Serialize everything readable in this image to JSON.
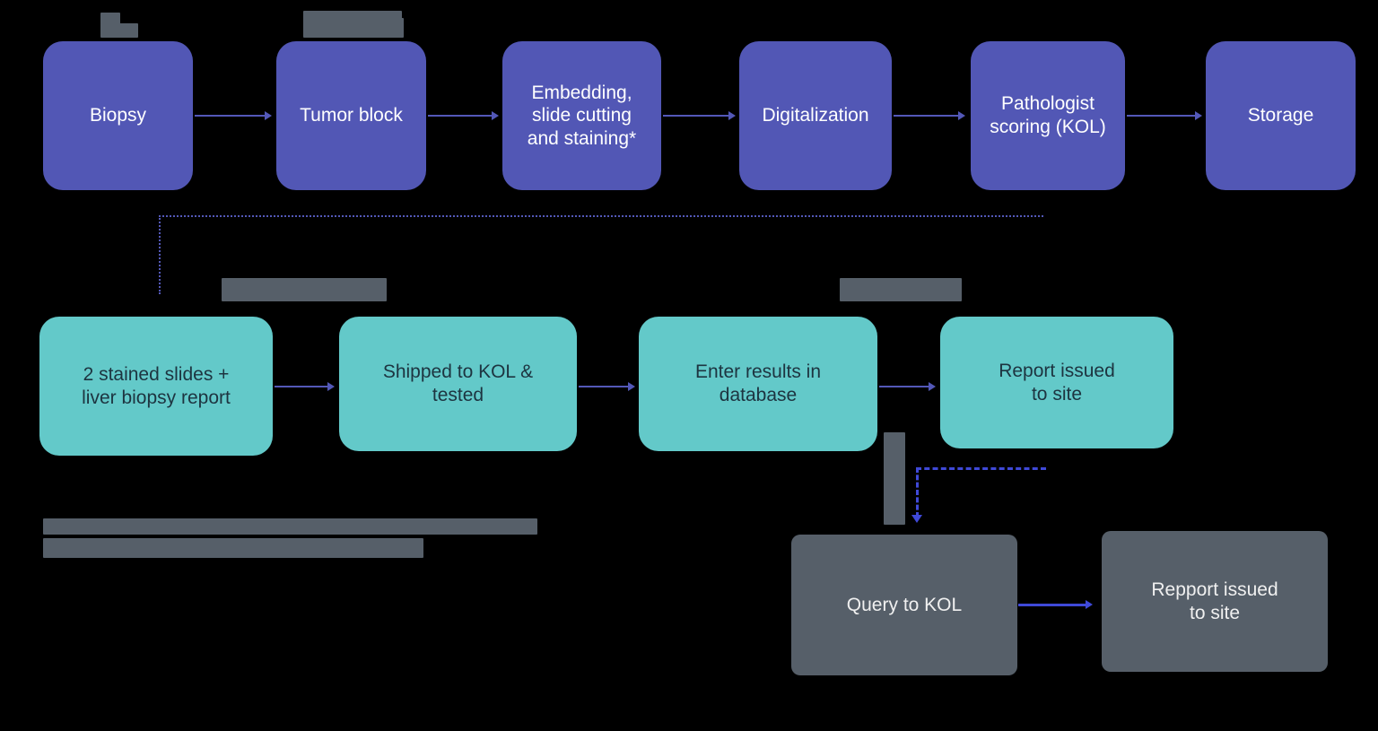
{
  "diagram": {
    "title_visible": false,
    "background_color": "#000000",
    "colors": {
      "process_purple": "#5257b5",
      "process_teal": "#63c9c9",
      "process_gray": "#565f69",
      "connector_blue": "#5358b8",
      "connector_bright_blue": "#3f49d8",
      "teal_text": "#1d3440",
      "light_text": "#ffffff"
    }
  },
  "row_top": {
    "swimlane_labels": [
      {
        "text": "",
        "obscured": true,
        "note": "dark redacted label above Biopsy"
      },
      {
        "text": "",
        "obscured": true,
        "note": "dark redacted label above Tumor block"
      }
    ],
    "nodes": [
      {
        "id": "biopsy",
        "label": "Biopsy",
        "style": "purple"
      },
      {
        "id": "tumor-block",
        "label": "Tumor block",
        "style": "purple"
      },
      {
        "id": "embedding",
        "label": "Embedding,\nslide cutting\nand staining*",
        "style": "purple"
      },
      {
        "id": "digitalization",
        "label": "Digitalization",
        "style": "purple"
      },
      {
        "id": "pathologist-scoring",
        "label": "Pathologist\nscoring (KOL)",
        "style": "purple"
      },
      {
        "id": "storage",
        "label": "Storage",
        "style": "purple"
      }
    ]
  },
  "row_middle": {
    "swimlane_labels": [
      {
        "text": "",
        "obscured": true,
        "note": "dark redacted label above 2 stained slides box"
      },
      {
        "text": "",
        "obscured": true,
        "note": "dark redacted label above Enter results box"
      }
    ],
    "nodes": [
      {
        "id": "stained-slides",
        "label": "2 stained slides +\nliver biopsy report",
        "style": "teal"
      },
      {
        "id": "shipped-tested",
        "label": "Shipped to KOL &\ntested",
        "style": "teal"
      },
      {
        "id": "enter-results",
        "label": "Enter results in\ndatabase",
        "style": "teal"
      },
      {
        "id": "report-issued",
        "label": "Report issued\nto site",
        "style": "teal"
      }
    ]
  },
  "row_bottom": {
    "nodes": [
      {
        "id": "query-to-kol",
        "label": "Query to KOL",
        "style": "gray"
      },
      {
        "id": "repport-issued",
        "label": "Repport issued\nto site",
        "style": "gray"
      }
    ]
  },
  "footnote": {
    "line1": "",
    "line2": "",
    "obscured": true,
    "note": "two-line footnote rendered as dark redacted bars, text not legible"
  }
}
